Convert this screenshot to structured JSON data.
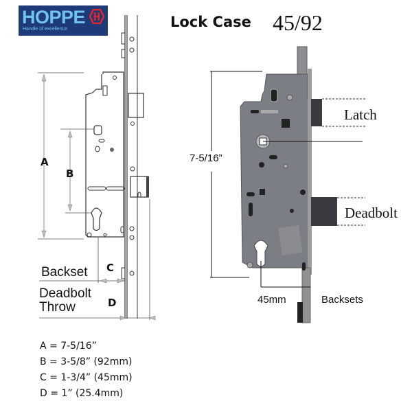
{
  "brand": {
    "name": "HOPPE",
    "tagline": "Handle of excellence",
    "colors": {
      "background": "#1f3a78",
      "text": "#6fc3ee",
      "mark": "#e0282a"
    }
  },
  "header": {
    "title": "Lock Case",
    "model": "45/92"
  },
  "drawing": {
    "dimension_labels": [
      "A",
      "B",
      "C",
      "D"
    ],
    "backset_label": "Backset",
    "throw_label_line1": "Deadbolt",
    "throw_label_line2": "Throw"
  },
  "photo": {
    "height_label": "7-5/16”",
    "latch_label": "Latch",
    "deadbolt_label": "Deadbolt",
    "backset_value": "45mm",
    "backsets_label": "Backsets"
  },
  "specs": [
    {
      "text": "A = 7-5/16”"
    },
    {
      "text": "B = 3-5/8” (92mm)"
    },
    {
      "text": "C = 1-3/4” (45mm)"
    },
    {
      "text": "D = 1” (25.4mm)"
    }
  ]
}
